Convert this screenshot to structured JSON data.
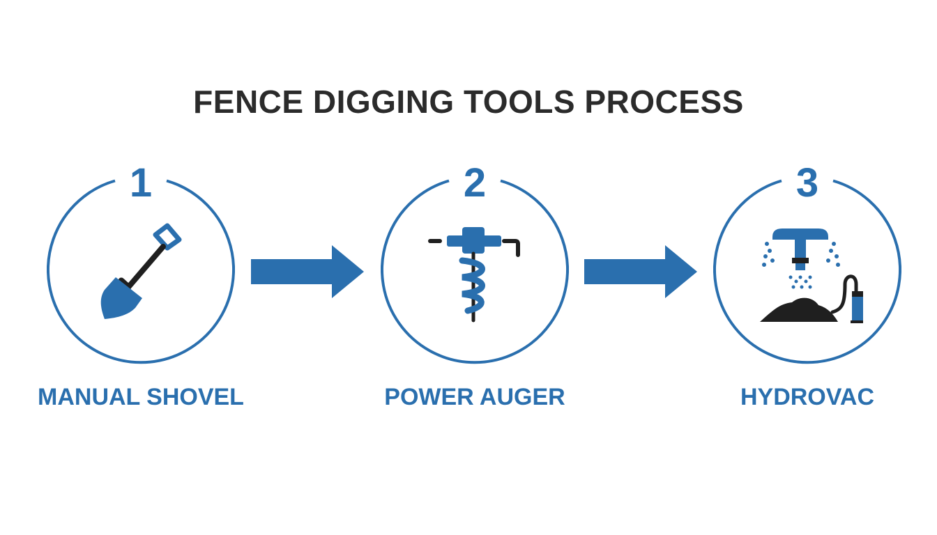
{
  "title": "FENCE DIGGING TOOLS PROCESS",
  "colors": {
    "accent": "#2a6fae",
    "title": "#2b2b2b",
    "dark": "#1f1f1f",
    "background": "#ffffff"
  },
  "steps": [
    {
      "number": "1",
      "label": "MANUAL SHOVEL",
      "icon": "shovel-icon"
    },
    {
      "number": "2",
      "label": "POWER AUGER",
      "icon": "auger-icon"
    },
    {
      "number": "3",
      "label": "HYDROVAC",
      "icon": "hydrovac-icon"
    }
  ],
  "connectors": [
    {
      "icon": "arrow-right-icon"
    },
    {
      "icon": "arrow-right-icon"
    }
  ]
}
